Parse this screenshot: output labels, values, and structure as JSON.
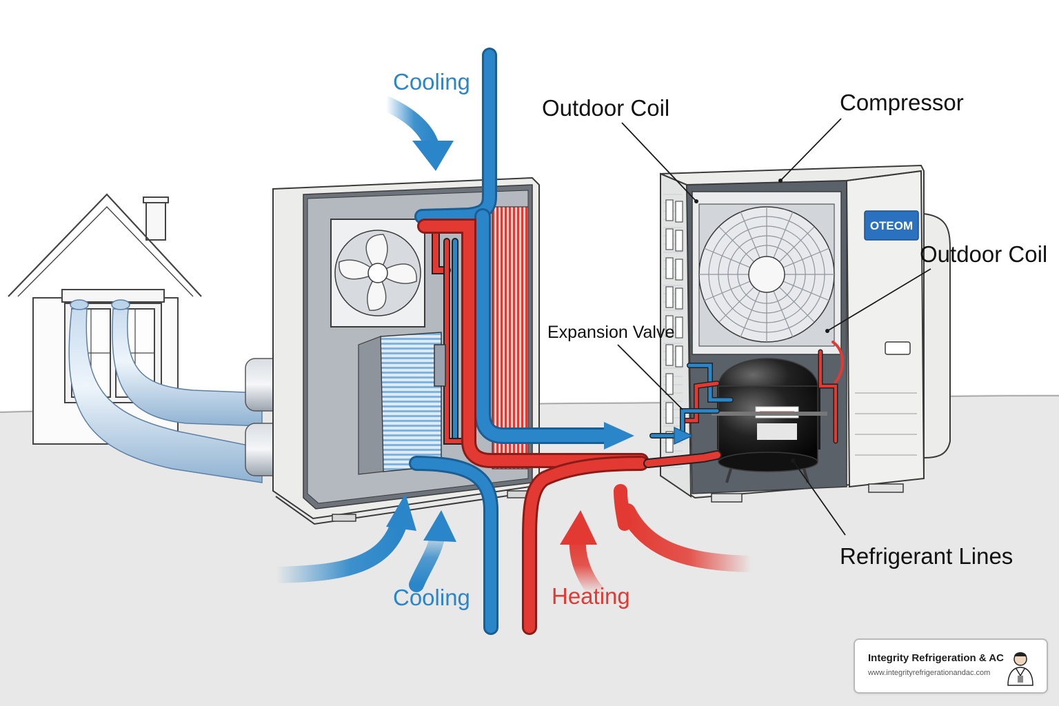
{
  "labels": {
    "cooling_top": "Cooling",
    "cooling_bottom": "Cooling",
    "heating": "Heating",
    "outdoor_coil_top": "Outdoor Coil",
    "outdoor_coil_right": "Outdoor Coil",
    "compressor": "Compressor",
    "expansion_valve": "Expansion Valve",
    "refrigerant_lines": "Refrigerant Lines"
  },
  "unit_logo": "OTEOM",
  "badge": {
    "company": "Integrity Refrigeration & AC",
    "url": "www.integrityrefrigerationandac.com"
  },
  "colors": {
    "cooling": "#2a86c8",
    "heating": "#e23a32",
    "unit_body": "#ececea",
    "outline": "#3a3a3a",
    "logo_bg": "#2a72c0",
    "ground": "#e7e7e7"
  }
}
